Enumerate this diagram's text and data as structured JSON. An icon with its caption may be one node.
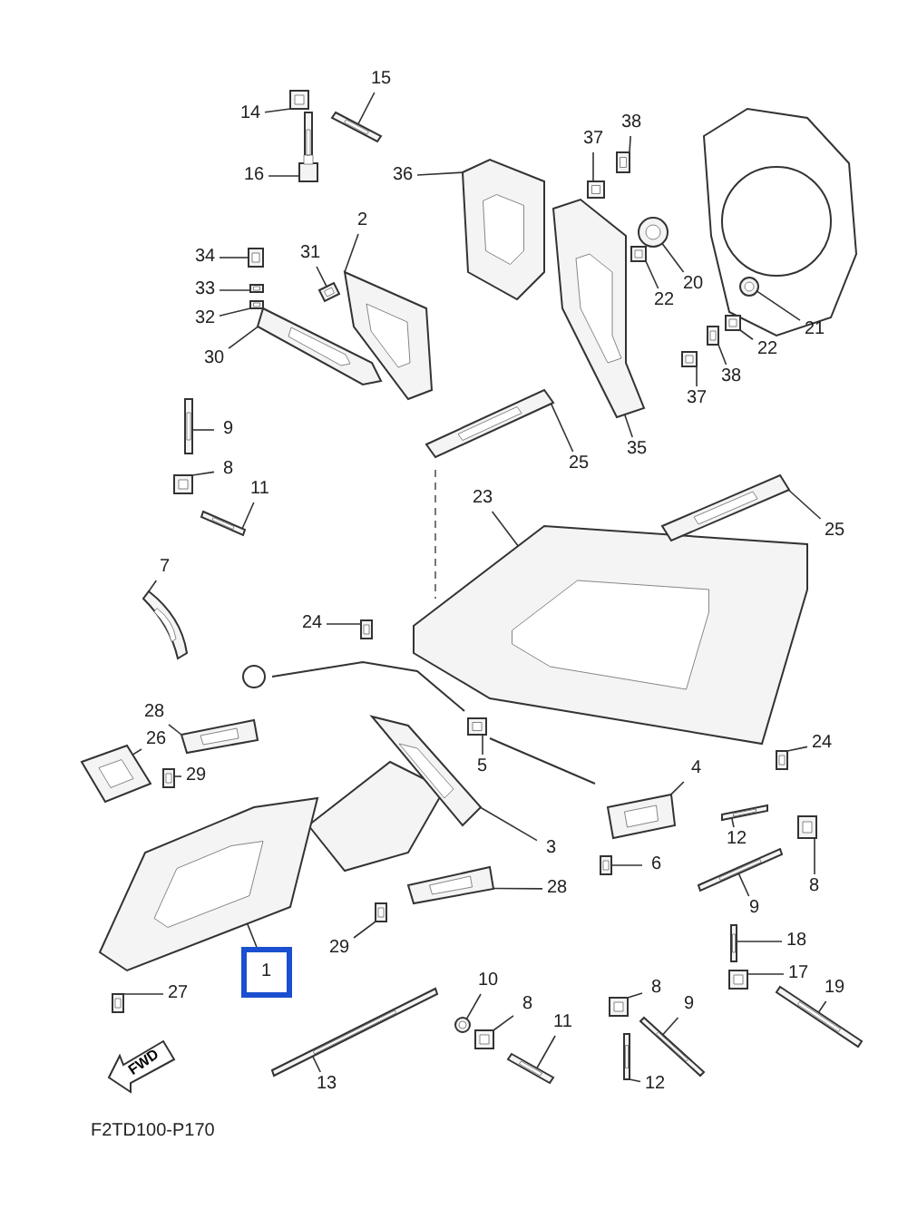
{
  "diagram": {
    "nodes": [
      {
        "text": [
          "14"
        ]
      },
      {
        "text": [
          "15"
        ]
      },
      {
        "text": [
          "16"
        ]
      },
      {
        "text": [
          "37"
        ]
      },
      {
        "text": [
          "38"
        ]
      },
      {
        "text": [
          "36"
        ]
      },
      {
        "text": [
          "2"
        ]
      },
      {
        "text": [
          "34"
        ]
      },
      {
        "text": [
          "31"
        ]
      },
      {
        "text": [
          "33"
        ]
      },
      {
        "text": [
          "32"
        ]
      },
      {
        "text": [
          "30"
        ]
      },
      {
        "text": [
          "20"
        ]
      },
      {
        "text": [
          "22"
        ]
      },
      {
        "text": [
          "21"
        ]
      },
      {
        "text": [
          "22"
        ]
      },
      {
        "text": [
          "37"
        ]
      },
      {
        "text": [
          "38"
        ]
      },
      {
        "text": [
          "35"
        ]
      },
      {
        "text": [
          "9"
        ]
      },
      {
        "text": [
          "8"
        ]
      },
      {
        "text": [
          "11"
        ]
      },
      {
        "text": [
          "25"
        ]
      },
      {
        "text": [
          "23"
        ]
      },
      {
        "text": [
          "25"
        ]
      },
      {
        "text": [
          "7"
        ]
      },
      {
        "text": [
          "24"
        ]
      },
      {
        "text": [
          "28"
        ]
      },
      {
        "text": [
          "26"
        ]
      },
      {
        "text": [
          "5"
        ]
      },
      {
        "text": [
          "24"
        ]
      },
      {
        "text": [
          "4"
        ]
      },
      {
        "text": [
          "29"
        ]
      },
      {
        "text": [
          "3"
        ]
      },
      {
        "text": [
          "6"
        ]
      },
      {
        "text": [
          "12"
        ]
      },
      {
        "text": [
          "8"
        ]
      },
      {
        "text": [
          "28"
        ]
      },
      {
        "text": [
          "9"
        ]
      },
      {
        "text": [
          "29"
        ]
      },
      {
        "text": [
          "18"
        ]
      },
      {
        "text": [
          "1"
        ]
      },
      {
        "text": [
          "17"
        ]
      },
      {
        "text": [
          "27"
        ]
      },
      {
        "text": [
          "19"
        ]
      },
      {
        "text": [
          "10"
        ]
      },
      {
        "text": [
          "8"
        ]
      },
      {
        "text": [
          "11"
        ]
      },
      {
        "text": [
          "8"
        ]
      },
      {
        "text": [
          "9"
        ]
      },
      {
        "text": [
          "12"
        ]
      },
      {
        "text": [
          "13"
        ]
      },
      {
        "text": [
          "FWD"
        ]
      },
      {
        "text": [],
        "shape": "picture"
      },
      {
        "text": [],
        "shape": "picture"
      },
      {
        "text": [],
        "shape": "picture"
      },
      {
        "text": [],
        "shape": "picture"
      },
      {
        "text": [],
        "shape": "picture"
      },
      {
        "text": [],
        "shape": "picture"
      },
      {
        "text": [],
        "shape": "picture"
      },
      {
        "text": [],
        "shape": "picture"
      },
      {
        "text": [],
        "shape": "picture"
      },
      {
        "text": [],
        "shape": "picture"
      },
      {
        "text": [],
        "shape": "picture"
      },
      {
        "text": [],
        "shape": "picture"
      },
      {
        "text": [],
        "shape": "picture"
      },
      {
        "text": [],
        "shape": "picture"
      },
      {
        "text": [],
        "shape": "picture"
      },
      {
        "text": [],
        "shape": "picture"
      },
      {
        "text": [],
        "shape": "picture"
      },
      {
        "text": [],
        "shape": "picture"
      },
      {
        "text": [],
        "shape": "picture"
      },
      {
        "text": [],
        "shape": "picture"
      },
      {
        "text": [],
        "shape": "picture"
      },
      {
        "text": [],
        "shape": "picture"
      },
      {
        "text": [],
        "shape": "picture"
      },
      {
        "text": [],
        "shape": "picture"
      },
      {
        "text": [],
        "shape": "picture"
      },
      {
        "text": [],
        "shape": "picture"
      },
      {
        "text": [],
        "shape": "picture"
      },
      {
        "text": [],
        "shape": "picture"
      },
      {
        "text": [],
        "shape": "picture"
      },
      {
        "text": [],
        "shape": "picture"
      },
      {
        "text": [],
        "shape": "picture"
      },
      {
        "text": [],
        "shape": "picture"
      },
      {
        "text": [],
        "shape": "picture"
      },
      {
        "text": [],
        "shape": "picture"
      },
      {
        "text": [],
        "shape": "picture"
      },
      {
        "text": [],
        "shape": "picture"
      },
      {
        "text": [],
        "shape": "picture"
      },
      {
        "text": [],
        "shape": "picture"
      },
      {
        "text": [],
        "shape": "picture"
      },
      {
        "text": [],
        "shape": "picture"
      },
      {
        "text": [],
        "shape": "picture"
      },
      {
        "text": [],
        "shape": "picture"
      },
      {
        "text": [],
        "shape": "picture"
      },
      {
        "text": [],
        "shape": "picture"
      },
      {
        "text": [],
        "shape": "picture"
      },
      {
        "text": [],
        "shape": "picture"
      },
      {
        "text": [],
        "shape": "picture"
      },
      {
        "text": [],
        "shape": "picture"
      },
      {
        "text": [],
        "shape": "picture"
      },
      {
        "text": [],
        "shape": "picture"
      },
      {
        "text": [],
        "shape": "picture"
      },
      {
        "text": [],
        "shape": "picture"
      }
    ],
    "edges": [
      {
        "from": 0,
        "to": 53,
        "arrow": "none"
      },
      {
        "from": 1,
        "to": 54,
        "arrow": "none"
      },
      {
        "from": 2,
        "to": 55,
        "arrow": "none"
      },
      {
        "from": 3,
        "to": 56,
        "arrow": "none"
      },
      {
        "from": 4,
        "to": 57,
        "arrow": "none"
      },
      {
        "from": 5,
        "to": 58,
        "arrow": "none"
      },
      {
        "from": 6,
        "to": 59,
        "arrow": "none"
      },
      {
        "from": 7,
        "to": 60,
        "arrow": "none"
      },
      {
        "from": 8,
        "to": 61,
        "arrow": "none"
      },
      {
        "from": 9,
        "to": 62,
        "arrow": "none"
      },
      {
        "from": 10,
        "to": 63,
        "arrow": "none"
      },
      {
        "from": 11,
        "to": 64,
        "arrow": "none"
      },
      {
        "from": 12,
        "to": 65,
        "arrow": "none"
      },
      {
        "from": 13,
        "to": 66,
        "arrow": "none"
      },
      {
        "from": 14,
        "to": 67,
        "arrow": "none"
      },
      {
        "from": 15,
        "to": 68,
        "arrow": "none"
      },
      {
        "from": 16,
        "to": 69,
        "arrow": "none"
      },
      {
        "from": 17,
        "to": 70,
        "arrow": "none"
      },
      {
        "from": 18,
        "to": 71,
        "arrow": "none"
      },
      {
        "from": 19,
        "to": 72,
        "arrow": "none"
      },
      {
        "from": 20,
        "to": 73,
        "arrow": "none"
      },
      {
        "from": 21,
        "to": 74,
        "arrow": "none"
      },
      {
        "from": 22,
        "to": 75,
        "arrow": "none"
      },
      {
        "from": 23,
        "to": 76,
        "arrow": "none"
      },
      {
        "from": 24,
        "to": 77,
        "arrow": "none"
      },
      {
        "from": 25,
        "to": 78,
        "arrow": "none"
      },
      {
        "from": 26,
        "to": 79,
        "arrow": "none"
      },
      {
        "from": 27,
        "to": 80,
        "arrow": "none"
      },
      {
        "from": 28,
        "to": 81,
        "arrow": "none"
      },
      {
        "from": 29,
        "to": 82,
        "arrow": "none"
      },
      {
        "from": 30,
        "to": 83,
        "arrow": "none"
      },
      {
        "from": 31,
        "to": 84,
        "arrow": "none"
      },
      {
        "from": 32,
        "to": 85,
        "arrow": "none"
      },
      {
        "from": 33,
        "to": 86,
        "arrow": "none"
      },
      {
        "from": 34,
        "to": 87,
        "arrow": "none"
      },
      {
        "from": 35,
        "to": 88,
        "arrow": "none"
      },
      {
        "from": 36,
        "to": 89,
        "arrow": "none"
      },
      {
        "from": 37,
        "to": 90,
        "arrow": "none"
      },
      {
        "from": 38,
        "to": 91,
        "arrow": "none"
      },
      {
        "from": 39,
        "to": 92,
        "arrow": "none"
      },
      {
        "from": 40,
        "to": 93,
        "arrow": "none"
      },
      {
        "from": 41,
        "to": 94,
        "arrow": "none"
      },
      {
        "from": 42,
        "to": 95,
        "arrow": "none"
      },
      {
        "from": 43,
        "to": 96,
        "arrow": "none"
      },
      {
        "from": 44,
        "to": 97,
        "arrow": "none"
      },
      {
        "from": 45,
        "to": 98,
        "arrow": "none"
      },
      {
        "from": 46,
        "to": 99,
        "arrow": "none"
      },
      {
        "from": 47,
        "to": 100,
        "arrow": "none"
      },
      {
        "from": 48,
        "to": 101,
        "arrow": "none"
      },
      {
        "from": 49,
        "to": 102,
        "arrow": "none"
      },
      {
        "from": 50,
        "to": 103,
        "arrow": "none"
      },
      {
        "from": 51,
        "to": 104,
        "arrow": "none"
      }
    ],
    "labels": [
      "F2TD100-P170"
    ]
  }
}
